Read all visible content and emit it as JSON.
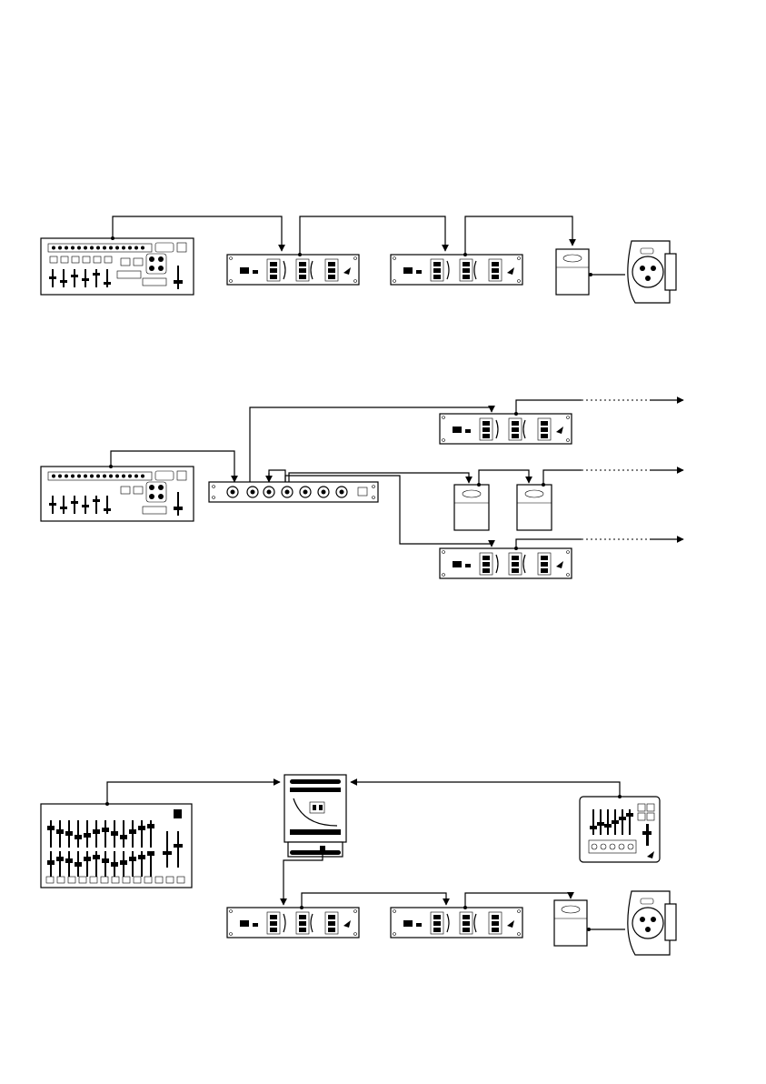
{
  "diagram": {
    "colors": {
      "line": "#000000",
      "background": "#ffffff"
    },
    "devices": [
      {
        "id": "console-1",
        "type": "lighting-console"
      },
      {
        "id": "dimmer-1a",
        "type": "dimmer-rack"
      },
      {
        "id": "dimmer-1b",
        "type": "dimmer-rack"
      },
      {
        "id": "box-1",
        "type": "dmx-interface-box"
      },
      {
        "id": "fixture-1",
        "type": "xlr-connector-fixture"
      },
      {
        "id": "console-2",
        "type": "lighting-console"
      },
      {
        "id": "splitter-2",
        "type": "dmx-splitter"
      },
      {
        "id": "dimmer-2a",
        "type": "dimmer-rack"
      },
      {
        "id": "dimmer-2b",
        "type": "dimmer-rack"
      },
      {
        "id": "box-2a",
        "type": "dmx-interface-box"
      },
      {
        "id": "box-2b",
        "type": "dmx-interface-box"
      },
      {
        "id": "console-3",
        "type": "lighting-console-large"
      },
      {
        "id": "din-module-3",
        "type": "din-rail-dmx-module"
      },
      {
        "id": "controller-3",
        "type": "dmx-controller"
      },
      {
        "id": "dimmer-3a",
        "type": "dimmer-rack"
      },
      {
        "id": "dimmer-3b",
        "type": "dimmer-rack"
      },
      {
        "id": "box-3",
        "type": "dmx-interface-box"
      },
      {
        "id": "fixture-3",
        "type": "xlr-connector-fixture"
      }
    ],
    "icons": [
      "arrow-down-icon",
      "arrow-right-icon",
      "logo-icon",
      "xlr-connector-icon"
    ]
  }
}
